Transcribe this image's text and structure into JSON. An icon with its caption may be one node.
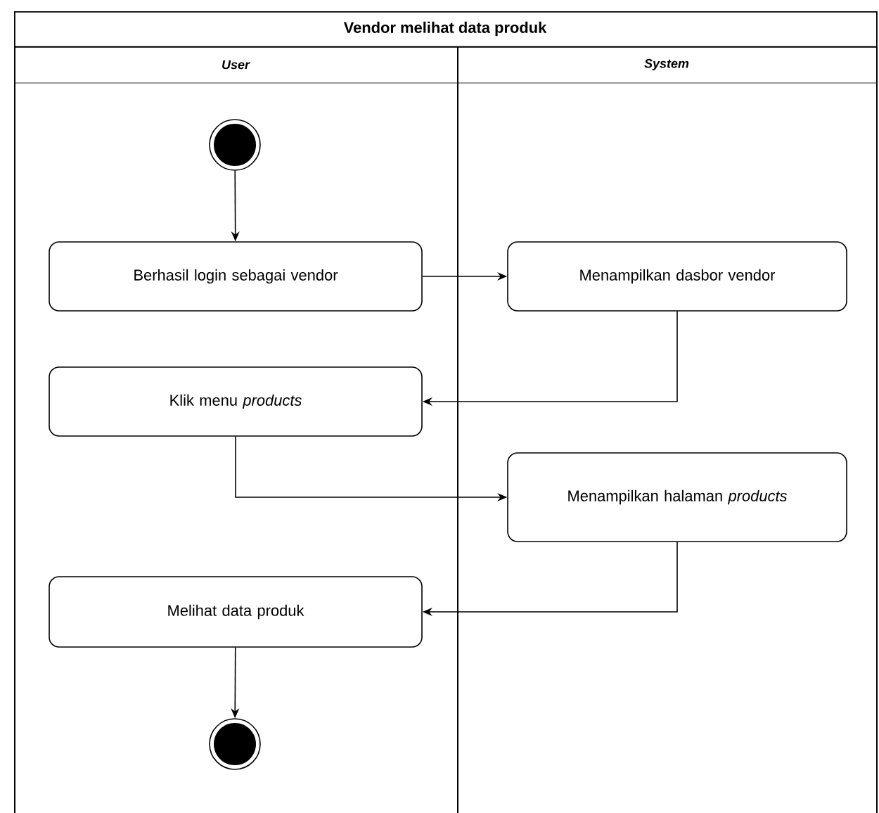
{
  "diagram": {
    "nodes": [
      {
        "text": [
          "Vendor melihat data produk"
        ]
      },
      {
        "text": [
          "User"
        ],
        "in": 0
      },
      {
        "text": [
          "System"
        ],
        "in": 0
      },
      {
        "text": [],
        "shape": "circle",
        "in": 1
      },
      {
        "text": [
          "Berhasil login sebagai vendor"
        ],
        "in": 1
      },
      {
        "text": [
          "Menampilkan dasbor vendor"
        ],
        "in": 2
      },
      {
        "text": [
          "Klik menu *products*"
        ],
        "in": 1
      },
      {
        "text": [
          "Menampilkan halaman *products*"
        ],
        "in": 2
      },
      {
        "text": [
          "Melihat data produk"
        ],
        "in": 1
      },
      {
        "text": [],
        "shape": "circle",
        "in": 1
      }
    ],
    "edges": [
      {
        "from": 3,
        "to": 4,
        "arrow": "to"
      },
      {
        "from": 4,
        "to": 5,
        "arrow": "to"
      },
      {
        "from": 5,
        "to": 6,
        "arrow": "to"
      },
      {
        "from": 6,
        "to": 7,
        "arrow": "to"
      },
      {
        "from": 7,
        "to": 8,
        "arrow": "to"
      },
      {
        "from": 8,
        "to": 9,
        "arrow": "to"
      }
    ]
  }
}
